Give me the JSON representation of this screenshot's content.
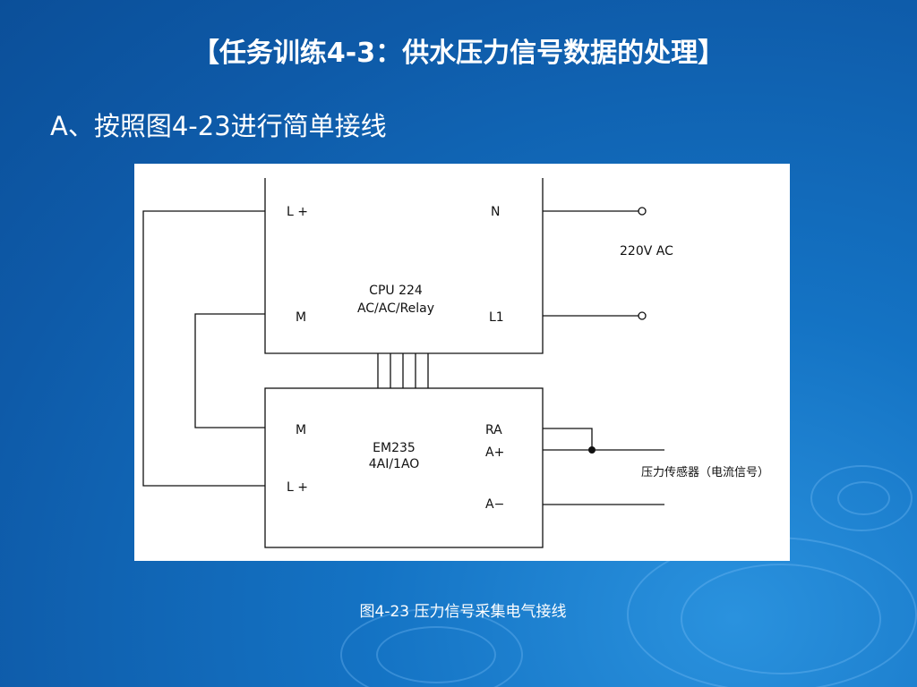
{
  "slide": {
    "title": "【任务训练4-3：供水压力信号数据的处理】",
    "subtitle": "A、按照图4-23进行简单接线",
    "caption": "图4-23 压力信号采集电气接线"
  },
  "diagram": {
    "cpu": {
      "name_line1": "CPU  224",
      "name_line2": "AC/AC/Relay",
      "terminal_l_plus": "L +",
      "terminal_m": "M",
      "terminal_n": "N",
      "terminal_l1": "L1"
    },
    "em": {
      "name_line1": "EM235",
      "name_line2": "4AI/1AO",
      "terminal_m": "M",
      "terminal_l_plus": "L +",
      "terminal_ra": "RA",
      "terminal_a_plus": "A+",
      "terminal_a_minus": "A−"
    },
    "power_label": "220V  AC",
    "sensor_label": "压力传感器（电流信号）"
  }
}
